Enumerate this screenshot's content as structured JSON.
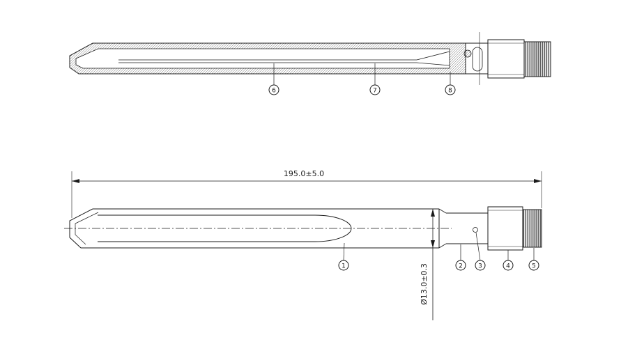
{
  "drawing": {
    "kind": "antenna-technical-drawing",
    "colors": {
      "line": "#1a1a1a",
      "background": "#ffffff"
    },
    "top_view": {
      "callouts": [
        {
          "label": "6"
        },
        {
          "label": "7"
        },
        {
          "label": "8"
        }
      ]
    },
    "bottom_view": {
      "length_dimension": "195.0±5.0",
      "diameter_dimension": "Ø13.0±0.3",
      "callouts": [
        {
          "label": "1"
        },
        {
          "label": "2"
        },
        {
          "label": "3"
        },
        {
          "label": "4"
        },
        {
          "label": "5"
        }
      ]
    }
  }
}
